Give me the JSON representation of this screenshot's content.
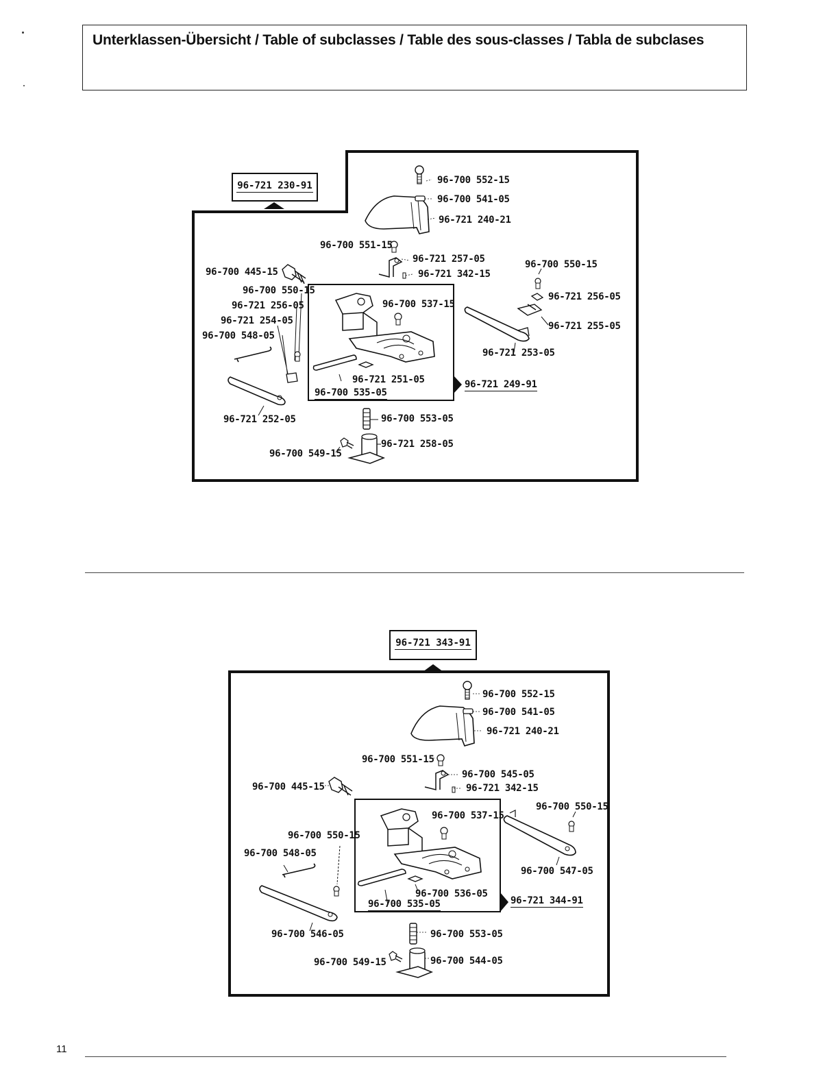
{
  "header": {
    "title": "Unterklassen-Übersicht / Table of subclasses / Table des sous-classes / Tabla de subclases"
  },
  "page_number": "11",
  "diagram1": {
    "assembly_label": "96-721 230-91",
    "labels": {
      "p552": "96-700 552-15",
      "p541": "96-700 541-05",
      "p240": "96-721 240-21",
      "p551": "96-700 551-15",
      "p257": "96-721 257-05",
      "p342": "96-721 342-15",
      "p445": "96-700 445-15",
      "p550a": "96-700 550-15",
      "p256a": "96-721 256-05",
      "p254": "96-721 254-05",
      "p548": "96-700 548-05",
      "p537": "96-700 537-15",
      "p251": "96-721 251-05",
      "p535": "96-700 535-05",
      "p249": "96-721 249-91",
      "p550b": "96-700 550-15",
      "p256b": "96-721 256-05",
      "p255": "96-721 255-05",
      "p253": "96-721 253-05",
      "p252": "96-721 252-05",
      "p553": "96-700 553-05",
      "p258": "96-721 258-05",
      "p549": "96-700 549-15"
    }
  },
  "diagram2": {
    "assembly_label": "96-721 343-91",
    "labels": {
      "p552": "96-700 552-15",
      "p541": "96-700 541-05",
      "p240": "96-721 240-21",
      "p551": "96-700 551-15",
      "p545": "96-700 545-05",
      "p342": "96-721 342-15",
      "p445": "96-700 445-15",
      "p550a": "96-700 550-15",
      "p548": "96-700 548-05",
      "p537": "96-700 537-15",
      "p536": "96-700 536-05",
      "p535": "96-700 535-05",
      "p344": "96-721 344-91",
      "p550b": "96-700 550-15",
      "p547": "96-700 547-05",
      "p546": "96-700 546-05",
      "p553": "96-700 553-05",
      "p544": "96-700 544-05",
      "p549": "96-700 549-15"
    }
  }
}
